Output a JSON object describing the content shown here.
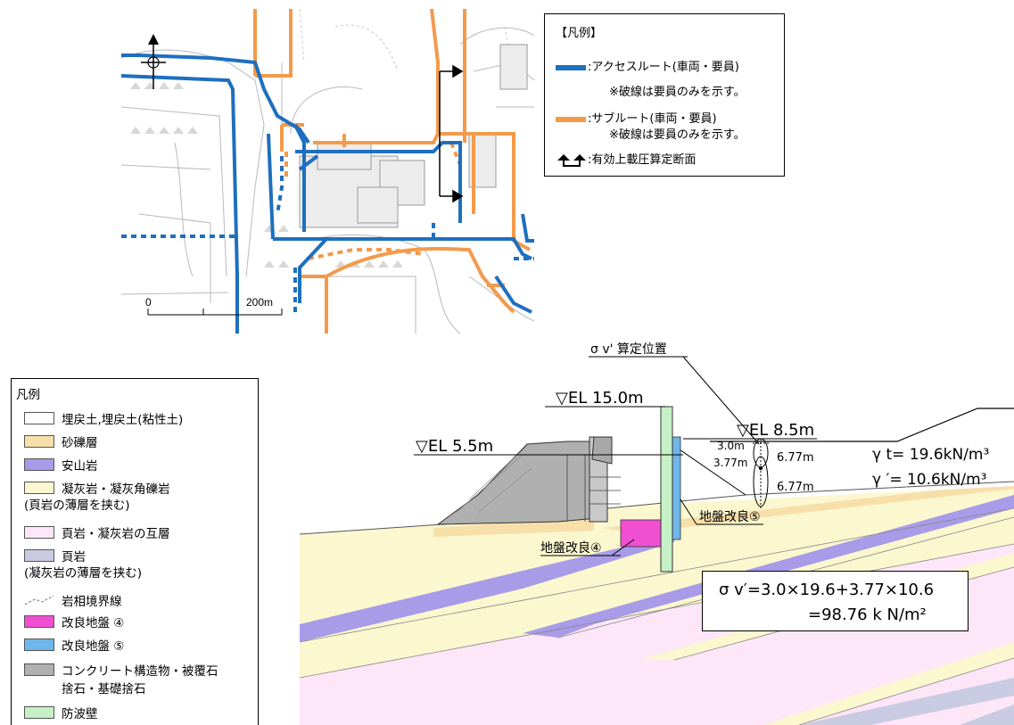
{
  "map": {
    "north_symbol": "north-arrow",
    "scale_zero": "0",
    "scale_end": "200m"
  },
  "map_legend": {
    "title": "【凡例】",
    "access_route": ":アクセスルート(車両・要員)",
    "access_note": "※破線は要員のみを示す。",
    "sub_route": ":サブルート(車両・要員)",
    "sub_note": "※破線は要員のみを示す。",
    "section_marker": ":有効上載圧算定断面",
    "colors": {
      "access": "#1e6fbf",
      "sub": "#f39a4b"
    }
  },
  "geo_legend": {
    "title": "凡例",
    "items": [
      {
        "label": "埋戻土,埋戻土(粘性土)",
        "color": "#ffffff"
      },
      {
        "label": "砂礫層",
        "color": "#f7dfaa"
      },
      {
        "label": "安山岩",
        "color": "#a89be8"
      },
      {
        "label": "凝灰岩・凝灰角礫岩",
        "sub": "(頁岩の薄層を挟む)",
        "color": "#fbf7cf"
      },
      {
        "label": "頁岩・凝灰岩の互層",
        "color": "#fde6f7"
      },
      {
        "label": "頁岩",
        "sub": "(凝灰岩の薄層を挟む)",
        "color": "#c9cbe2"
      },
      {
        "label": "岩相境界線",
        "color": "line"
      },
      {
        "label": "改良地盤 ④",
        "color": "#f04fd2"
      },
      {
        "label": "改良地盤 ⑤",
        "color": "#6fb6ea"
      },
      {
        "label": "コンクリート構造物・被覆石",
        "sub": "捨石・基礎捨石",
        "color": "#b0b0b0"
      },
      {
        "label": "防波壁",
        "color": "#c6f0c6"
      }
    ]
  },
  "section": {
    "sigma_position_label": "σ v' 算定位置",
    "el_15": "▽EL 15.0m",
    "el_85": "▽EL 8.5m",
    "el_55": "▽EL 5.5m",
    "dim_30": "3.0m",
    "dim_377": "3.77m",
    "dim_677a": "6.77m",
    "dim_677b": "6.77m",
    "gamma_t": "γ t= 19.6kN/m³",
    "gamma_prime": "γ ′= 10.6kN/m³",
    "improve4": "地盤改良④",
    "improve5": "地盤改良⑤",
    "formula_line1": "σ v′=3.0×19.6+3.77×10.6",
    "formula_line2": "=98.76 k N/m²"
  }
}
